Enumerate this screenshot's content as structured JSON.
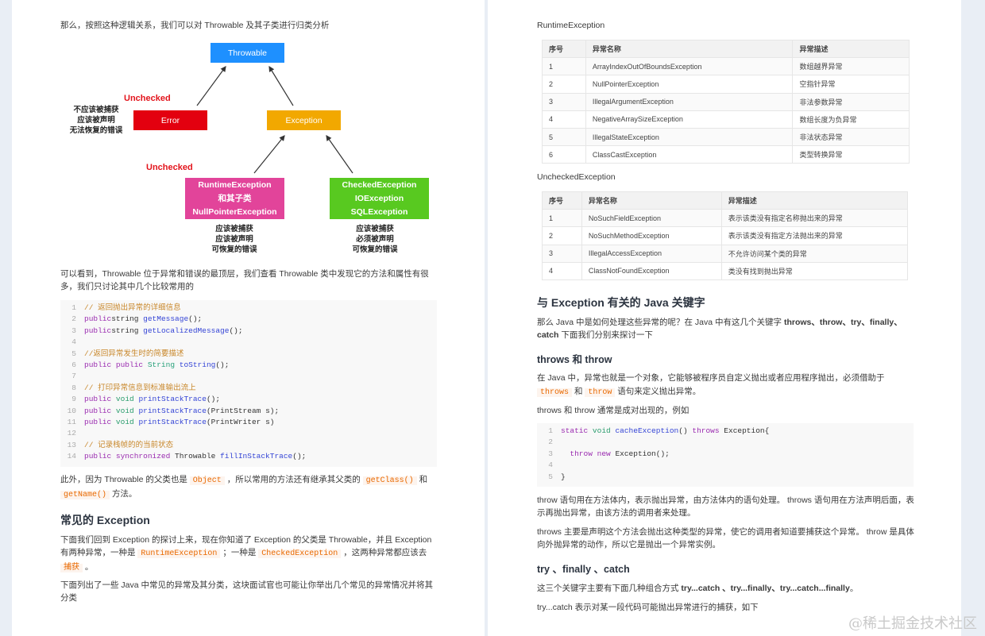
{
  "left": {
    "intro": "那么，按照这种逻辑关系，我们可以对 Throwable 及其子类进行归类分析",
    "diagram": {
      "throwable": "Throwable",
      "error": "Error",
      "exception": "Exception",
      "unchecked1": "Unchecked",
      "unchecked2": "Unchecked",
      "error_notes": [
        "不应该被捕获",
        "应该被声明",
        "无法恢复的错误"
      ],
      "runtime": [
        "RuntimeException",
        "和其子类",
        "NullPointerException"
      ],
      "checked": [
        "CheckedException",
        "IOException",
        "SQLException"
      ],
      "runtime_notes": [
        "应该被捕获",
        "应该被声明",
        "可恢复的错误"
      ],
      "checked_notes": [
        "应该被捕获",
        "必须被声明",
        "可恢复的错误"
      ],
      "colors": {
        "throwable": "#1e90ff",
        "error": "#e3000f",
        "exception": "#f2a800",
        "runtime": "#e2449a",
        "checked": "#58c920"
      }
    },
    "para1": "可以看到，Throwable 位于异常和错误的最顶层，我们查看 Throwable 类中发现它的方法和属性有很多，我们只讨论其中几个比较常用的",
    "code": [
      {
        "n": "1",
        "t": [
          [
            "cm",
            "// 返回抛出异常的详细信息"
          ]
        ]
      },
      {
        "n": "2",
        "t": [
          [
            "kw",
            "public"
          ],
          [
            "",
            "string "
          ],
          [
            "fn",
            "getMessage"
          ],
          [
            "",
            "();"
          ]
        ]
      },
      {
        "n": "3",
        "t": [
          [
            "kw",
            "public"
          ],
          [
            "",
            "string "
          ],
          [
            "fn",
            "getLocalizedMessage"
          ],
          [
            "",
            "();"
          ]
        ]
      },
      {
        "n": "4",
        "t": []
      },
      {
        "n": "5",
        "t": [
          [
            "cm",
            "//返回异常发生时的简要描述"
          ]
        ]
      },
      {
        "n": "6",
        "t": [
          [
            "kw",
            "public public "
          ],
          [
            "ty",
            "String "
          ],
          [
            "fn",
            "toString"
          ],
          [
            "",
            "();"
          ]
        ]
      },
      {
        "n": "7",
        "t": []
      },
      {
        "n": "8",
        "t": [
          [
            "cm",
            "// 打印异常信息到标准输出流上"
          ]
        ]
      },
      {
        "n": "9",
        "t": [
          [
            "kw",
            "public "
          ],
          [
            "vd",
            "void "
          ],
          [
            "fn",
            "printStackTrace"
          ],
          [
            "",
            "();"
          ]
        ]
      },
      {
        "n": "10",
        "t": [
          [
            "kw",
            "public "
          ],
          [
            "vd",
            "void "
          ],
          [
            "fn",
            "printStackTrace"
          ],
          [
            "",
            "(PrintStream s);"
          ]
        ]
      },
      {
        "n": "11",
        "t": [
          [
            "kw",
            "public "
          ],
          [
            "vd",
            "void "
          ],
          [
            "fn",
            "printStackTrace"
          ],
          [
            "",
            "(PrintWriter s)"
          ]
        ]
      },
      {
        "n": "12",
        "t": []
      },
      {
        "n": "13",
        "t": [
          [
            "cm",
            "// 记录栈帧的的当前状态"
          ]
        ]
      },
      {
        "n": "14",
        "t": [
          [
            "kw",
            "public synchronized "
          ],
          [
            "",
            "Throwable "
          ],
          [
            "fn",
            "fillInStackTrace"
          ],
          [
            "",
            "();"
          ]
        ]
      }
    ],
    "para2": {
      "a": "此外，因为 Throwable 的父类也是",
      "c1": "Object",
      "b": "，所以常用的方法还有继承其父类的",
      "c2": "getClass()",
      "c": "和",
      "c3": "getName()",
      "d": "方法。"
    },
    "h_common": "常见的 Exception",
    "para3": {
      "a": "下面我们回到 Exception 的探讨上来，现在你知道了 Exception 的父类是 Throwable，并且 Exception 有两种异常，一种是",
      "c1": "RuntimeException",
      "b": "；一种是",
      "c2": "CheckedException",
      "c": "，这两种异常都应该去",
      "c3": "捕获",
      "d": "。"
    },
    "para4": "下面列出了一些 Java 中常见的异常及其分类，这块面试官也可能让你举出几个常见的异常情况并将其分类"
  },
  "right": {
    "t1_title": "RuntimeException",
    "headers": [
      "序号",
      "异常名称",
      "异常描述"
    ],
    "t1": [
      [
        "1",
        "ArrayIndexOutOfBoundsException",
        "数组越界异常"
      ],
      [
        "2",
        "NullPointerException",
        "空指针异常"
      ],
      [
        "3",
        "IllegalArgumentException",
        "非法参数异常"
      ],
      [
        "4",
        "NegativeArraySizeException",
        "数组长度为负异常"
      ],
      [
        "5",
        "IllegalStateException",
        "非法状态异常"
      ],
      [
        "6",
        "ClassCastException",
        "类型转换异常"
      ]
    ],
    "t2_title": "UncheckedException",
    "t2": [
      [
        "1",
        "NoSuchFieldException",
        "表示该类没有指定名称抛出来的异常"
      ],
      [
        "2",
        "NoSuchMethodException",
        "表示该类没有指定方法抛出来的异常"
      ],
      [
        "3",
        "IllegalAccessException",
        "不允许访问某个类的异常"
      ],
      [
        "4",
        "ClassNotFoundException",
        "类没有找到抛出异常"
      ]
    ],
    "h_kw": "与 Exception 有关的 Java 关键字",
    "p_kw": {
      "a": "那么 Java 中是如何处理这些异常的呢？在 Java 中有这几个关键字",
      "b": "throws、throw、try、finally、catch",
      "c": "下面我们分别来探讨一下"
    },
    "h_throws": "throws 和 throw",
    "p_t1": {
      "a": "在 Java 中，异常也就是一个对象，它能够被程序员自定义抛出或者应用程序抛出，必须借助于",
      "c1": "throws",
      "b": "和",
      "c2": "throw",
      "c": "语句来定义抛出异常。"
    },
    "p_t2": "throws 和 throw 通常是成对出现的，例如",
    "code": [
      {
        "n": "1",
        "t": [
          [
            "kw",
            "static "
          ],
          [
            "vd",
            "void "
          ],
          [
            "fn",
            "cacheException"
          ],
          [
            "",
            "() "
          ],
          [
            "kw",
            "throws "
          ],
          [
            "",
            "Exception{"
          ]
        ]
      },
      {
        "n": "2",
        "t": []
      },
      {
        "n": "3",
        "t": [
          [
            "",
            "  "
          ],
          [
            "kw",
            "throw "
          ],
          [
            "kw",
            "new "
          ],
          [
            "",
            "Exception();"
          ]
        ]
      },
      {
        "n": "4",
        "t": []
      },
      {
        "n": "5",
        "t": [
          [
            "",
            "}"
          ]
        ]
      }
    ],
    "p_t3": "throw 语句用在方法体内，表示抛出异常，由方法体内的语句处理。 throws 语句用在方法声明后面，表示再抛出异常，由该方法的调用者来处理。",
    "p_t4": "throws 主要是声明这个方法会抛出这种类型的异常，使它的调用者知道要捕获这个异常。 throw 是具体向外抛异常的动作，所以它是抛出一个异常实例。",
    "h_try": "try 、finally 、catch",
    "p_try1": {
      "a": "这三个关键字主要有下面几种组合方式",
      "b": "try...catch 、try...finally、try...catch...finally",
      "c": "。"
    },
    "p_try2": "try...catch 表示对某一段代码可能抛出异常进行的捕获，如下"
  },
  "watermark": "@稀土掘金技术社区"
}
